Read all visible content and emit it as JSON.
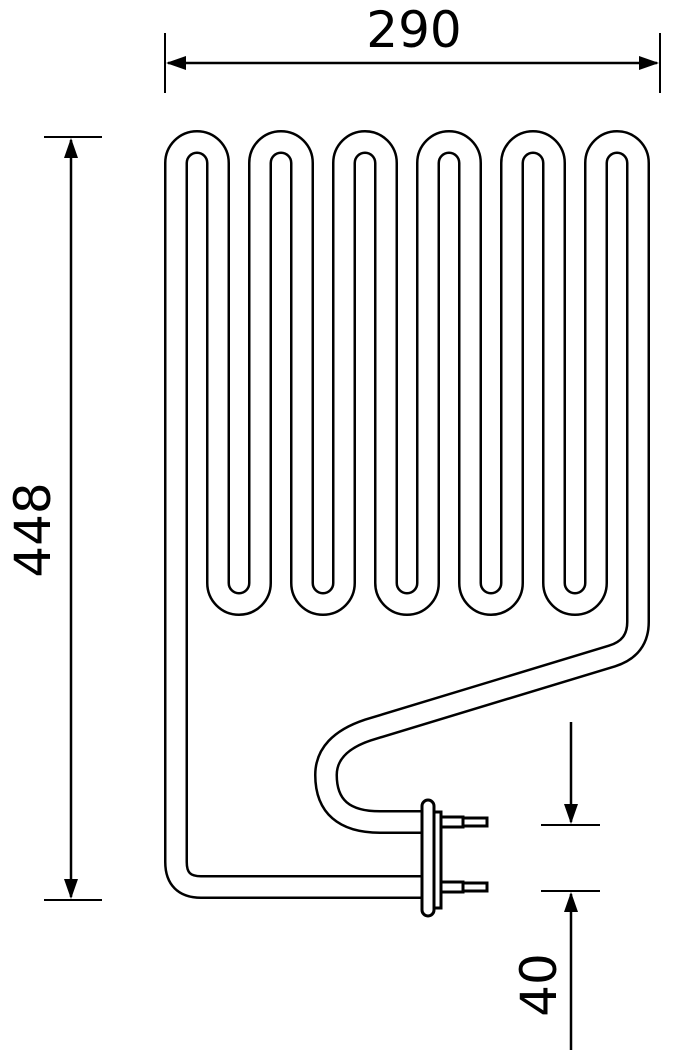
{
  "dimensions": {
    "width_label": "290",
    "height_label": "448",
    "terminal_spacing_label": "40"
  },
  "colors": {
    "line": "#000000",
    "background": "#ffffff"
  }
}
